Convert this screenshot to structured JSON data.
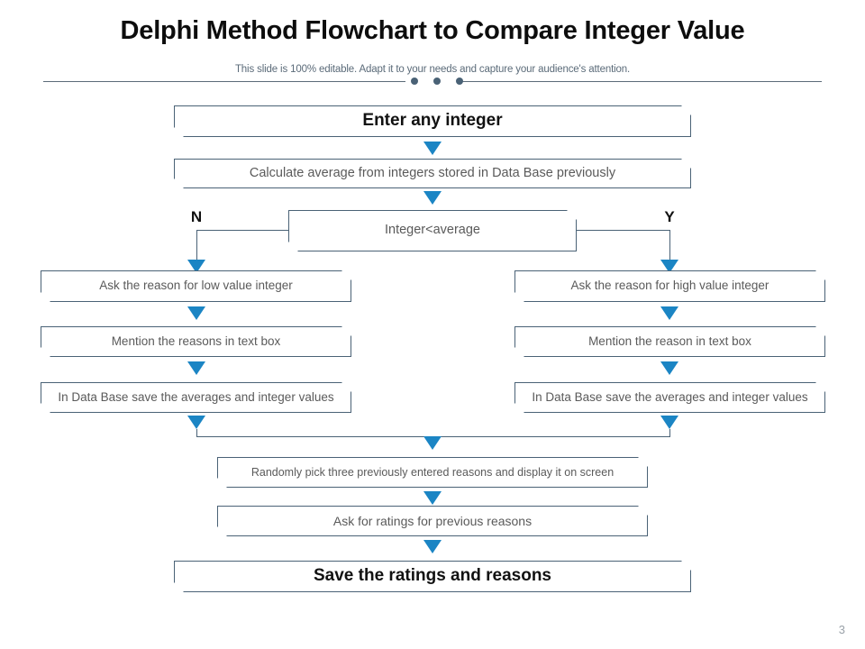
{
  "header": {
    "title": "Delphi Method Flowchart to Compare Integer Value",
    "subtitle": "This slide is 100% editable. Adapt it to your needs and capture your audience's attention.",
    "rule_color": "#5b6b79",
    "dot_color": "#4a6276"
  },
  "theme": {
    "box_border": "#4a6276",
    "box_text": "#5a5a5a",
    "emphasis_text": "#111111",
    "arrow_color": "#1b85c4",
    "background": "#ffffff"
  },
  "flow": {
    "start": "Enter any integer",
    "calculate": "Calculate average from integers stored in Data Base previously",
    "decision": "Integer<average",
    "branch_no_label": "N",
    "branch_yes_label": "Y",
    "left": {
      "ask": "Ask the reason for low value integer",
      "mention": "Mention the reasons in text box",
      "save": "In Data Base save the averages and integer values"
    },
    "right": {
      "ask": "Ask the reason for high value integer",
      "mention": "Mention the reason in text box",
      "save": "In Data Base save the averages and integer values"
    },
    "random_pick": "Randomly pick three previously entered reasons and display it on screen",
    "ask_ratings": "Ask for ratings for previous reasons",
    "end": "Save the ratings and reasons"
  },
  "footer": {
    "page_number": "3"
  }
}
